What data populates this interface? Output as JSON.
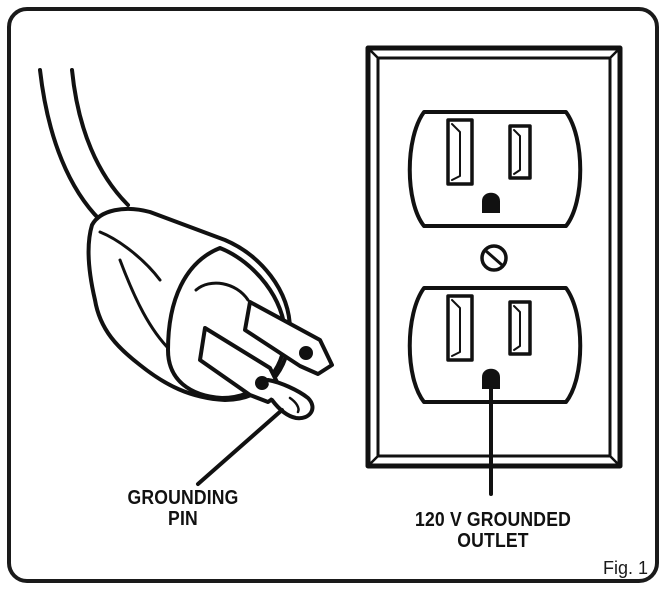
{
  "labels": {
    "pin_line1": "GROUNDING",
    "pin_line2": "PIN",
    "outlet_line1": "120 V GROUNDED",
    "outlet_line2": "OUTLET",
    "figure": "Fig. 1"
  },
  "colors": {
    "ink": "#111111",
    "paper": "#ffffff"
  }
}
